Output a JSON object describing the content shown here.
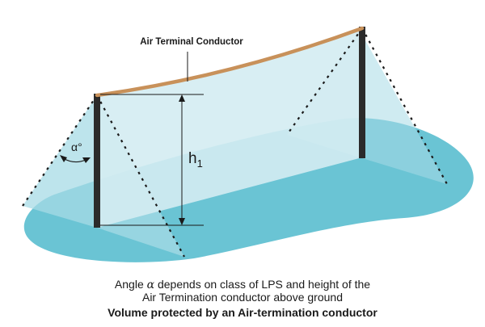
{
  "labels": {
    "conductor": "Air Terminal Conductor",
    "height_h": "h",
    "height_sub": "1",
    "angle": "α°"
  },
  "caption": {
    "line1_prefix": "Angle",
    "line1_symbol": "α",
    "line1_suffix": "depends on class of LPS and height of the",
    "line2": "Air Termination conductor above ground",
    "title": "Volume protected by an Air-termination conductor"
  },
  "colors": {
    "ground": "#6ac4d4",
    "ground_light": "#a7dbe5",
    "volume": "#d4ecf2",
    "conductor": "#c8915a",
    "pole": "#2b2b2b"
  }
}
